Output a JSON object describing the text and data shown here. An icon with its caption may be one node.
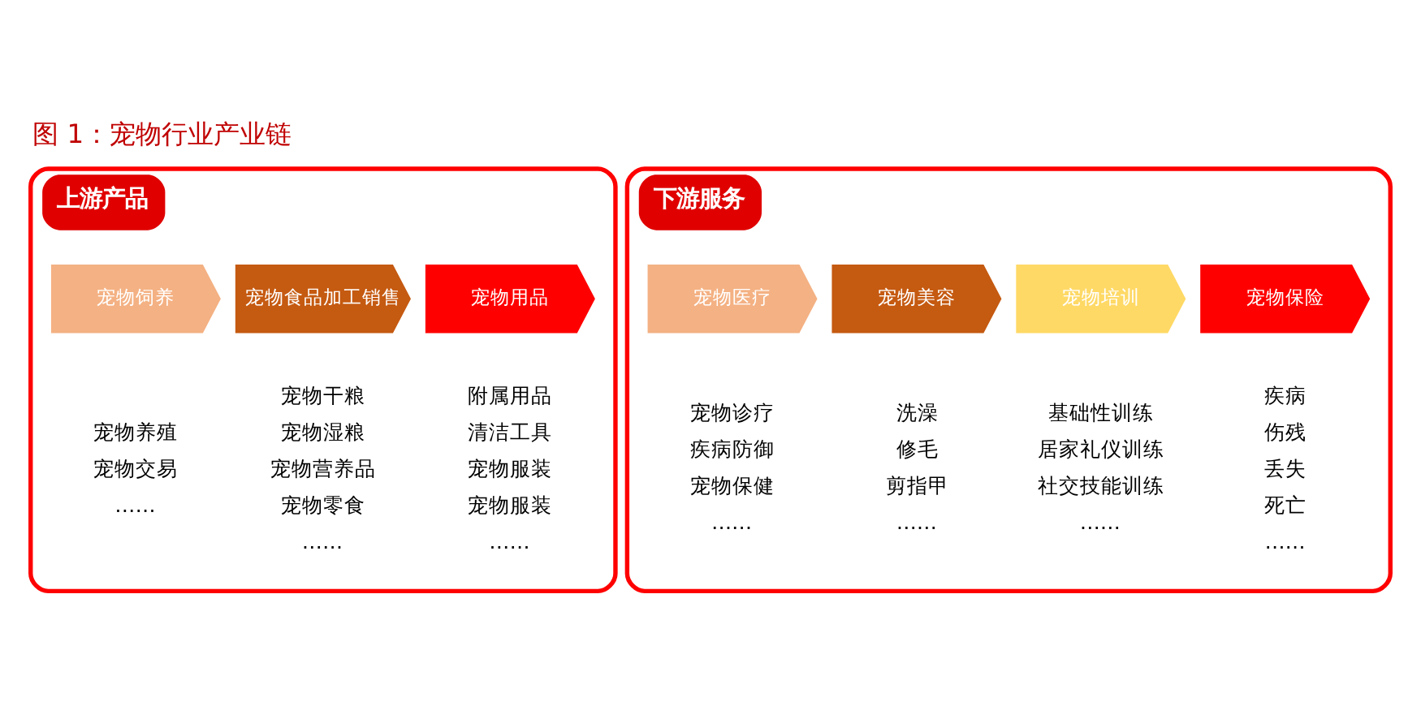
{
  "diagram": {
    "title": "图 1：宠物行业产业链",
    "nodes": [
      {
        "text": [
          "上游产品"
        ]
      },
      {
        "text": [
          "宠物饲养"
        ],
        "in": 0,
        "beside": [
          "宠物养殖",
          "宠物交易",
          "……"
        ]
      },
      {
        "text": [
          "宠物食品加工销售"
        ],
        "in": 0,
        "beside": [
          "宠物干粮",
          "宠物湿粮",
          "宠物营养品",
          "宠物零食",
          "……"
        ]
      },
      {
        "text": [
          "宠物用品"
        ],
        "in": 0,
        "beside": [
          "附属用品",
          "清洁工具",
          "宠物服装",
          "宠物服装",
          "……"
        ]
      },
      {
        "text": [
          "下游服务"
        ]
      },
      {
        "text": [
          "宠物医疗"
        ],
        "in": 4,
        "beside": [
          "宠物诊疗",
          "疾病防御",
          "宠物保健",
          "……"
        ]
      },
      {
        "text": [
          "宠物美容"
        ],
        "in": 4,
        "beside": [
          "洗澡",
          "修毛",
          "剪指甲",
          "……"
        ]
      },
      {
        "text": [
          "宠物培训"
        ],
        "in": 4,
        "beside": [
          "基础性训练",
          "居家礼仪训练",
          "社交技能训练",
          "……"
        ]
      },
      {
        "text": [
          "宠物保险"
        ],
        "in": 4,
        "beside": [
          "疾病",
          "伤残",
          "丢失",
          "死亡",
          "……"
        ]
      }
    ]
  }
}
